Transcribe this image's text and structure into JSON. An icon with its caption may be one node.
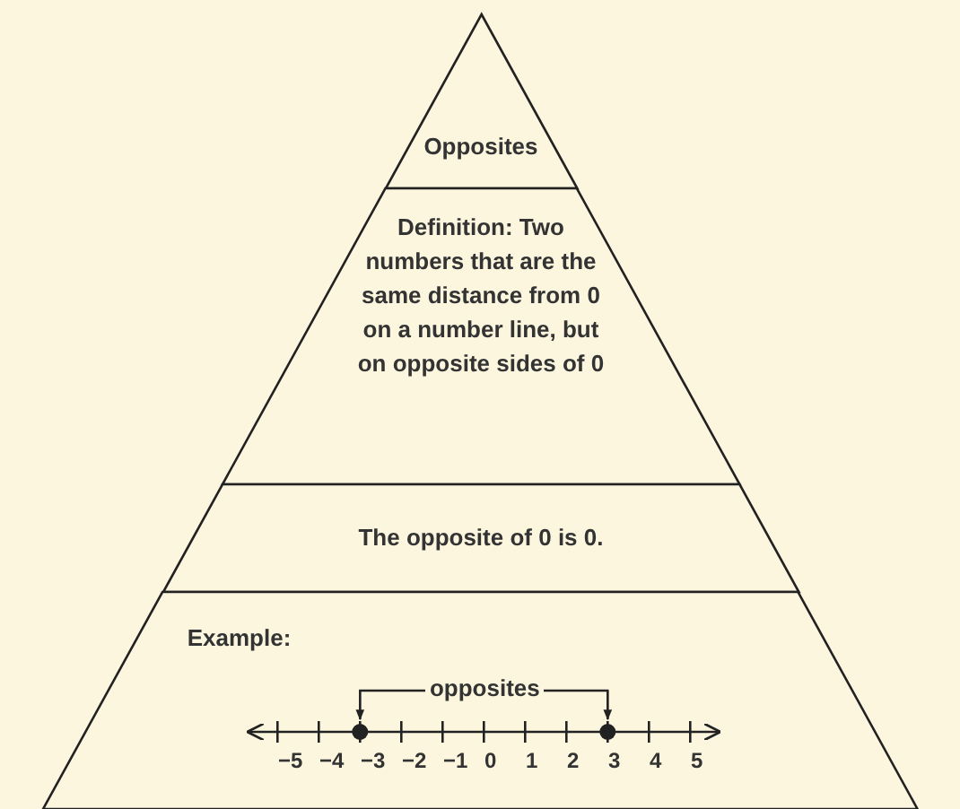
{
  "diagram": {
    "nodes": [
      {
        "text": [
          "Opposites"
        ]
      },
      {
        "text": [
          "Definition: Two numbers that are the same distance from 0 on a number line, but on opposite sides of 0"
        ]
      },
      {
        "text": [
          "The opposite of 0 is 0."
        ]
      },
      {
        "text": [
          "Example:"
        ]
      }
    ],
    "labels": [
      "opposites",
      "−5",
      "−4",
      "−3",
      "−2",
      "−1",
      "0",
      "1",
      "2",
      "3",
      "4",
      "5"
    ]
  }
}
